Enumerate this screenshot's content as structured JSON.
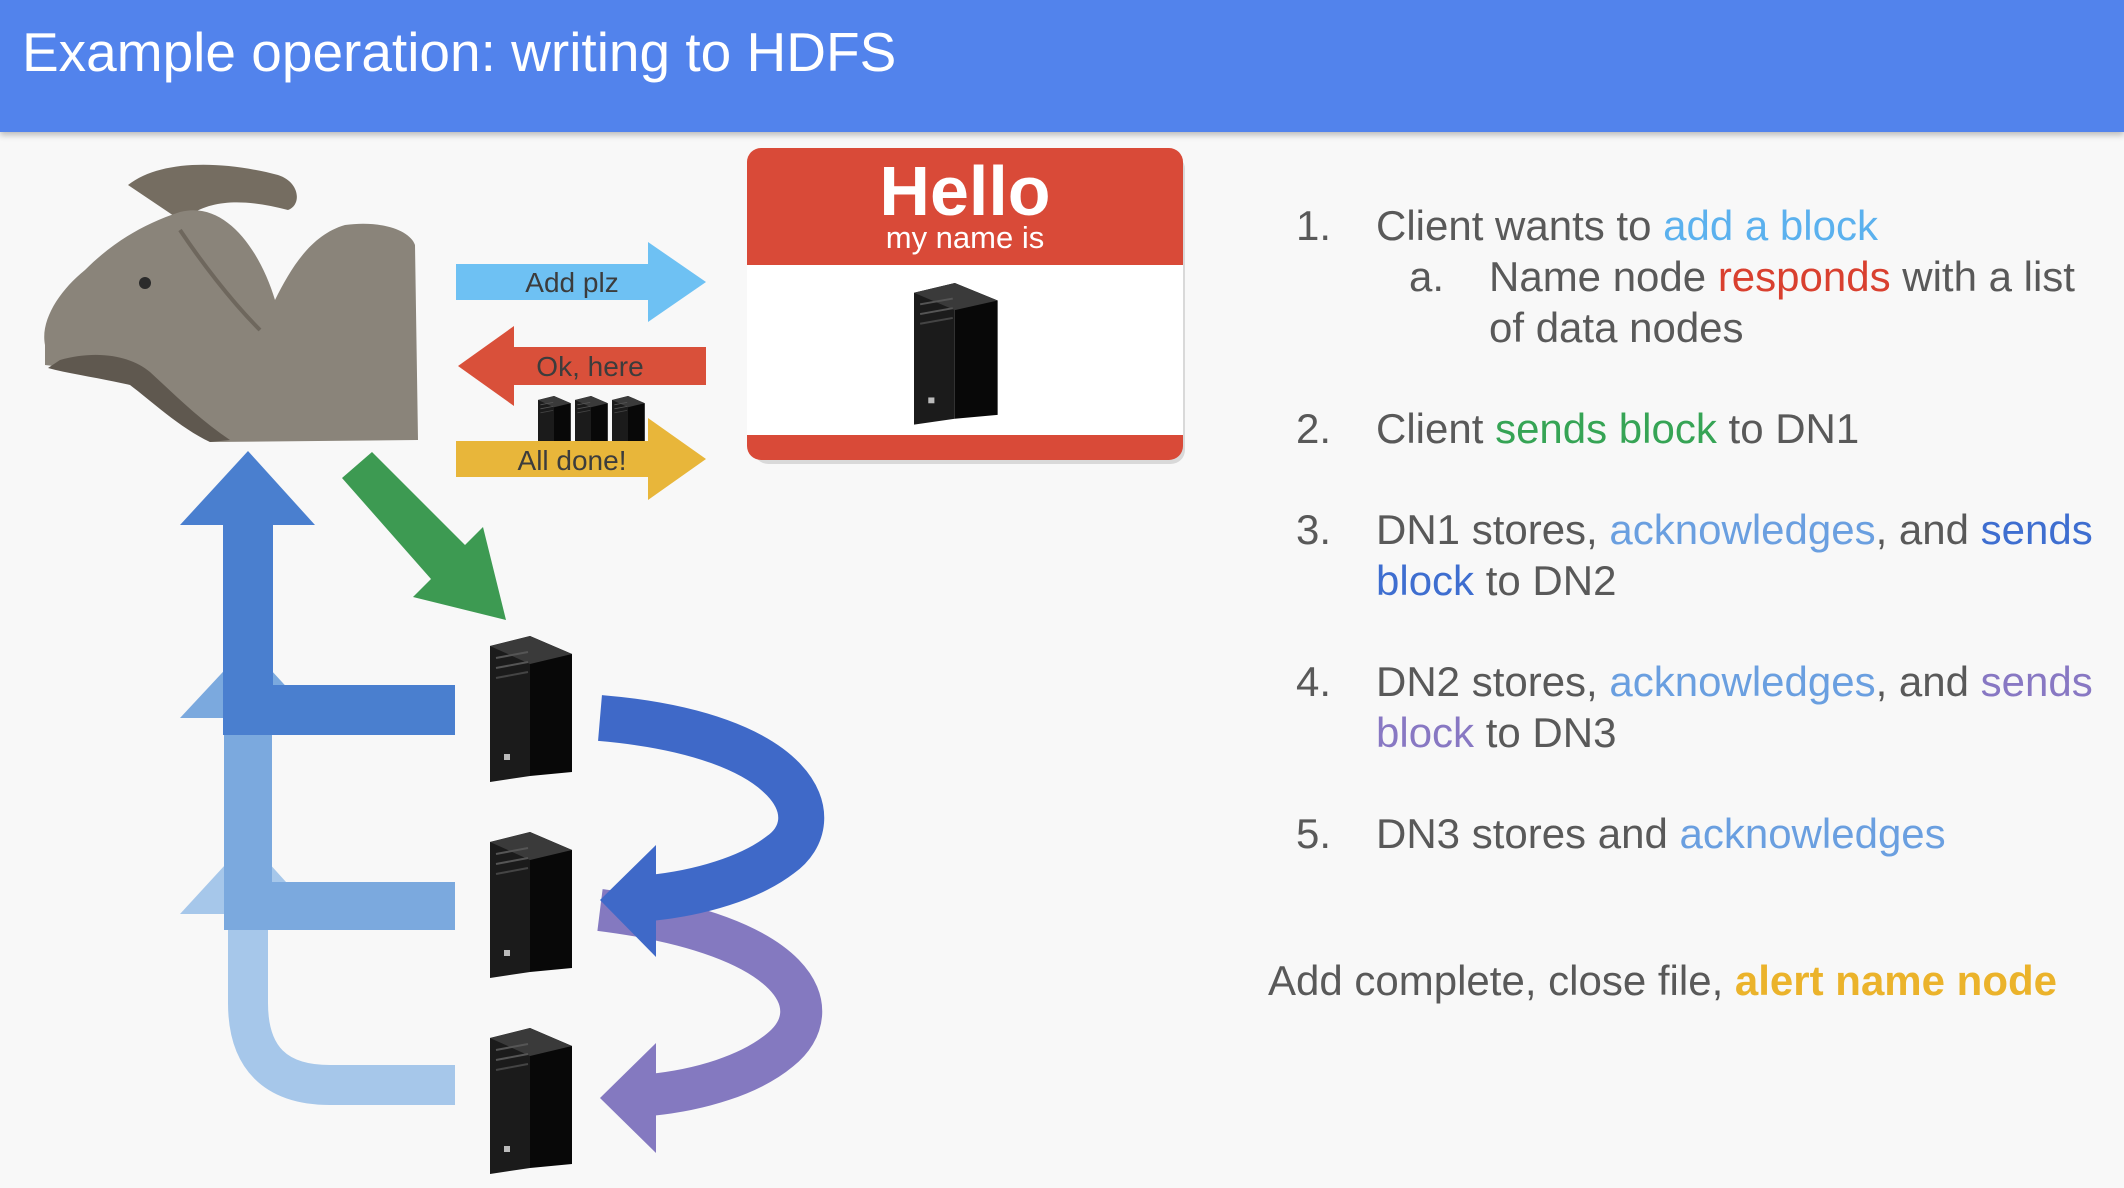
{
  "header": {
    "title": "Example operation: writing to HDFS"
  },
  "diagram": {
    "arrow_labels": {
      "request": "Add plz",
      "response": "Ok, here",
      "done": "All done!"
    },
    "name_tag": {
      "hello": "Hello",
      "subtitle": "my name is"
    },
    "icons": [
      "dinosaur-client-icon",
      "name-node-server-icon",
      "data-node-server-icon"
    ],
    "colors": {
      "header": "#5283ec",
      "request_arrow": "#6ec1f3",
      "response_arrow": "#d9503a",
      "done_arrow": "#e8b63a",
      "send_arrow": "#3d9a52",
      "name_tag_red": "#d94a38",
      "ack_1": "#4a7fcf",
      "ack_2": "#7ba9de",
      "ack_3": "#a6c7ea",
      "send_2": "#3f69c8",
      "send_3": "#8479c0"
    }
  },
  "steps": [
    {
      "num": "1.",
      "parts": [
        "Client wants to ",
        "add a block"
      ],
      "sub": {
        "num": "a.",
        "parts": [
          "Name node ",
          "responds",
          " with a list of data nodes"
        ]
      }
    },
    {
      "num": "2.",
      "parts": [
        "Client ",
        "sends block",
        " to DN1"
      ]
    },
    {
      "num": "3.",
      "parts": [
        "DN1 stores, ",
        "acknowledges",
        ", and ",
        "sends block",
        " to DN2"
      ]
    },
    {
      "num": "4.",
      "parts": [
        "DN2 stores, ",
        "acknowledges",
        ", and ",
        "sends block",
        " to DN3"
      ]
    },
    {
      "num": "5.",
      "parts": [
        "DN3 stores and ",
        "acknowledges"
      ]
    }
  ],
  "final": {
    "parts": [
      "Add complete, close file, ",
      "alert name node"
    ]
  }
}
